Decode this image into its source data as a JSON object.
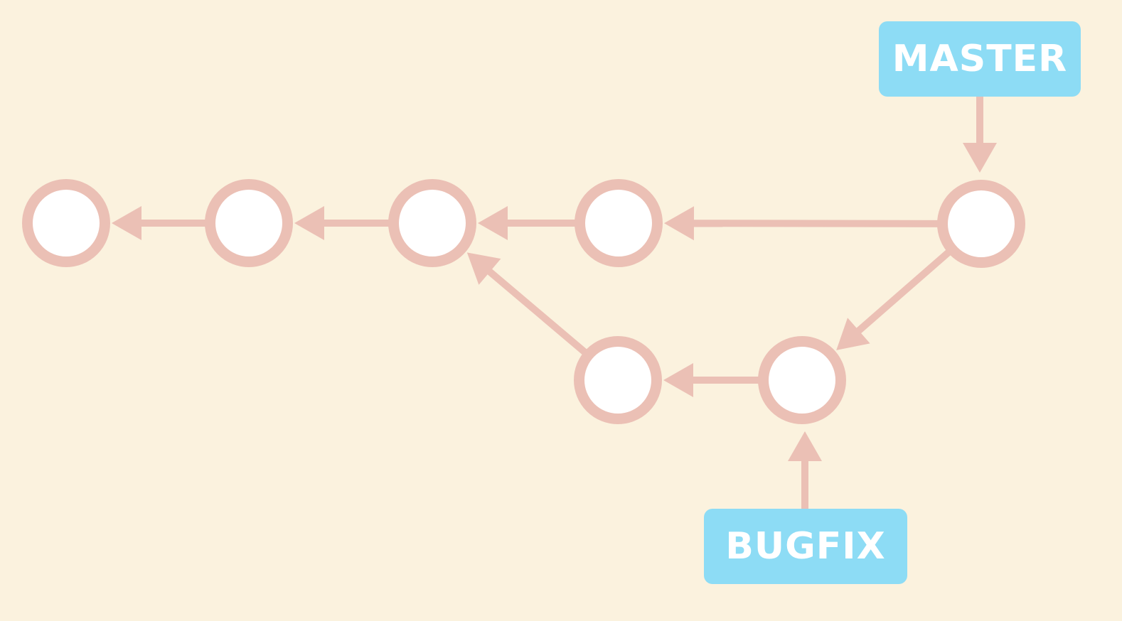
{
  "colors": {
    "background": "#fbf2de",
    "connector": "#ebc0b5",
    "commit_fill": "#ffffff",
    "label_fill": "#8ddcf5",
    "label_text": "#ffffff"
  },
  "branches": {
    "master": {
      "label": "MASTER",
      "points_to": "c5"
    },
    "bugfix": {
      "label": "BUGFIX",
      "points_to": "b2"
    }
  },
  "commits": [
    {
      "id": "c1",
      "lane": "main"
    },
    {
      "id": "c2",
      "lane": "main"
    },
    {
      "id": "c3",
      "lane": "main"
    },
    {
      "id": "c4",
      "lane": "main"
    },
    {
      "id": "c5",
      "lane": "main"
    },
    {
      "id": "b1",
      "lane": "branch"
    },
    {
      "id": "b2",
      "lane": "branch"
    }
  ],
  "edges": [
    {
      "from": "c2",
      "to": "c1"
    },
    {
      "from": "c3",
      "to": "c2"
    },
    {
      "from": "c4",
      "to": "c3"
    },
    {
      "from": "c5",
      "to": "c4"
    },
    {
      "from": "c5",
      "to": "b2"
    },
    {
      "from": "b2",
      "to": "b1"
    },
    {
      "from": "b1",
      "to": "c3"
    }
  ]
}
